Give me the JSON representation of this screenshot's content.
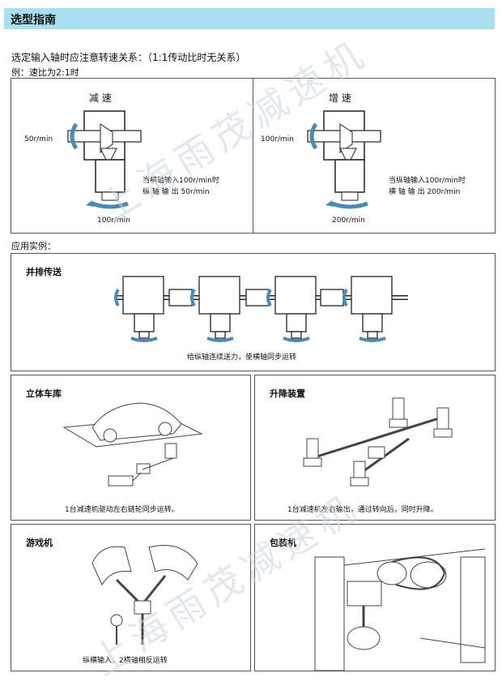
{
  "header": {
    "title": "选型指南"
  },
  "intro": {
    "line1": "选定输入轴时应注意转速关系：（1:1传动比时无关系）",
    "line2": "例：速比为2:1时"
  },
  "example": {
    "left": {
      "title": "减    速",
      "input_speed": "50r/min",
      "output_speed": "100r/min",
      "note_line1": "当横轴输入100r/min时",
      "note_line2": "纵 轴 输 出 50r/min"
    },
    "right": {
      "title": "增    速",
      "input_speed": "100r/min",
      "output_speed": "200r/min",
      "note_line1": "当纵轴输入100r/min时",
      "note_line2": "横 轴 输 出 200r/min"
    }
  },
  "applications": {
    "heading": "应用实例：",
    "parallel": {
      "title": "并排传送",
      "caption": "给纵轴连续送力，使横轴同步运转"
    },
    "garage": {
      "title": "立体车库",
      "caption": "1台减速机驱动左右链轮同步运转。"
    },
    "lift": {
      "title": "升降装置",
      "caption": "1台减速机左右输出，通过转向后，同时升降。"
    },
    "game": {
      "title": "游戏机",
      "caption": "纵横输入，2横轴相反运转"
    },
    "packing": {
      "title": "包装机"
    }
  },
  "watermark": {
    "text1": "上海雨茂减速机",
    "text2": "上海雨茂减速机"
  },
  "colors": {
    "header_bg": "#a9dff0",
    "arrow": "#4a8ab5"
  }
}
